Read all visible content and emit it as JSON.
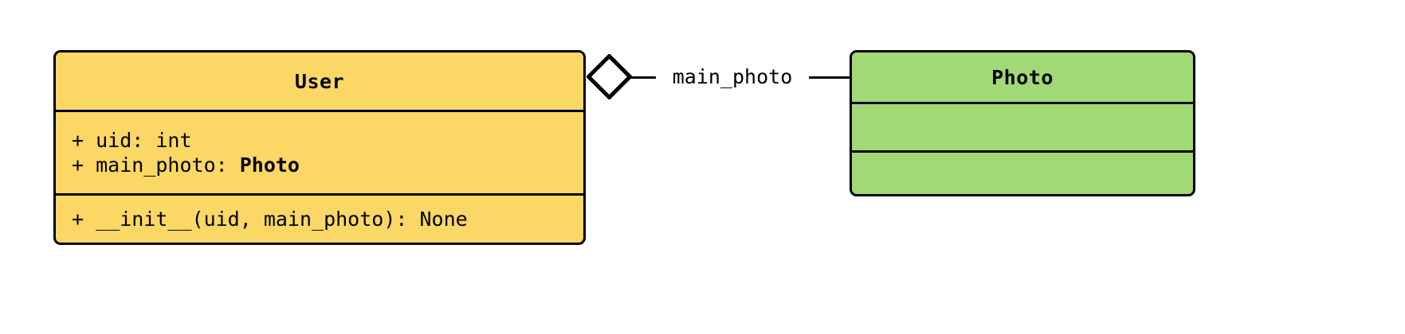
{
  "diagram": {
    "type": "uml-class-diagram",
    "background_color": "#ffffff",
    "classes": [
      {
        "name": "User",
        "fill_color": "#fbd765",
        "border_color": "#000000",
        "attributes": [
          {
            "visibility": "+",
            "text": "+ uid: int",
            "name": "uid",
            "type": "int"
          },
          {
            "visibility": "+",
            "prefix": "+ main_photo: ",
            "type_ref": "Photo",
            "name": "main_photo",
            "type": "Photo"
          }
        ],
        "methods": [
          {
            "visibility": "+",
            "text": "+ __init__(uid, main_photo): None",
            "name": "__init__",
            "params": "uid, main_photo",
            "returns": "None"
          }
        ]
      },
      {
        "name": "Photo",
        "fill_color": "#a2d977",
        "border_color": "#000000",
        "attributes": [],
        "methods": []
      }
    ],
    "relationship": {
      "kind": "aggregation",
      "label": "main_photo",
      "source": "User",
      "target": "Photo",
      "marker": "hollow-diamond",
      "marker_fill": "#ffffff",
      "marker_stroke": "#000000"
    }
  }
}
